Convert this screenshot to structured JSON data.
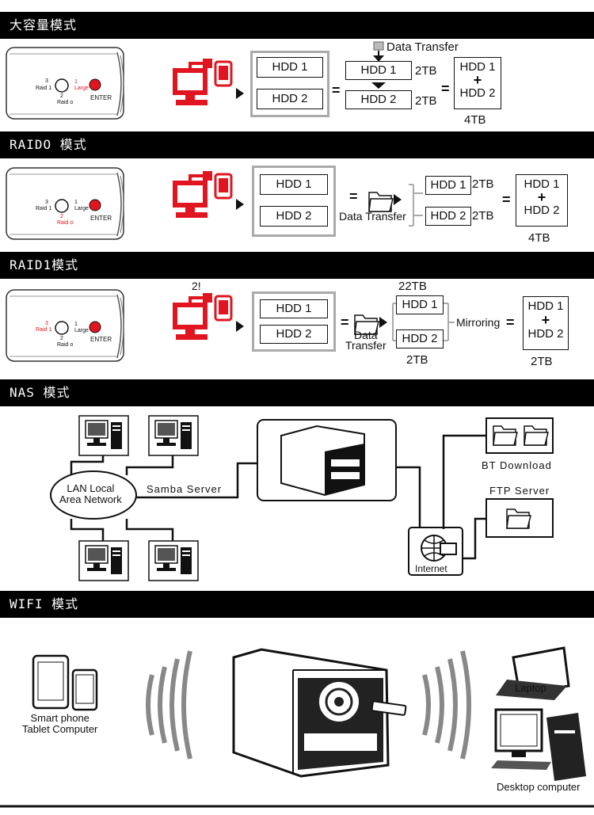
{
  "sections": [
    {
      "title": "大容量模式"
    },
    {
      "title": "RAIDO 模式"
    },
    {
      "title": "RAID1模式"
    },
    {
      "title": "NAS 模式"
    },
    {
      "title": "WIFI 模式"
    }
  ],
  "panel": {
    "raid1_label": "Raid 1",
    "raid0_label": "Raid o",
    "large_label": "Large",
    "enter_label": "ENTER",
    "num3": "3",
    "num1": "1",
    "num2": "2"
  },
  "hdd1": "HDD 1",
  "hdd2": "HDD 2",
  "plus": "+",
  "equals": "=",
  "cap2": "2TB",
  "cap4": "4TB",
  "cap22": "22TB",
  "cap_fragment": "2!",
  "data_transfer": "Data Transfer",
  "data_transfer_l1": "Data",
  "data_transfer_l2": "Transfer",
  "mirroring": "Mirroring",
  "nas": {
    "lan_l1": "LAN Local",
    "lan_l2": "Area Network",
    "samba": "Samba Server",
    "bt": "BT Download",
    "ftp": "FTP Server",
    "internet": "Internet"
  },
  "wifi": {
    "phone_l1": "Smart phone",
    "phone_l2": "Tablet Computer",
    "laptop": "Laptop",
    "desktop": "Desktop computer"
  }
}
